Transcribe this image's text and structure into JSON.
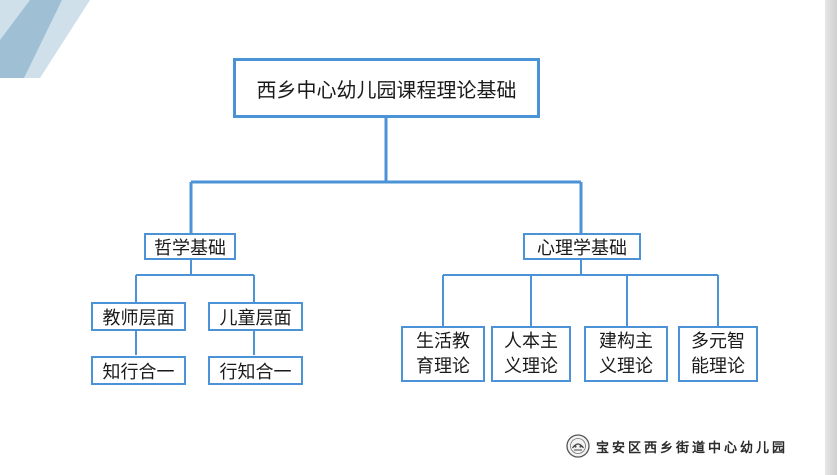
{
  "diagram": {
    "root": "西乡中心幼儿园课程理论基础",
    "branches": [
      {
        "label": "哲学基础",
        "children": [
          {
            "label": "教师层面",
            "leaf": "知行合一"
          },
          {
            "label": "儿童层面",
            "leaf": "行知合一"
          }
        ]
      },
      {
        "label": "心理学基础",
        "children": [
          {
            "label": "生活教育理论"
          },
          {
            "label": "人本主义理论"
          },
          {
            "label": "建构主义理论"
          },
          {
            "label": "多元智能理论"
          }
        ]
      }
    ]
  },
  "footer": {
    "org_name": "宝安区西乡街道中心幼儿园",
    "logo_icon": "kindergarten-seal-icon"
  },
  "colors": {
    "line": "#4b93d6",
    "decor_dark": "#9fbfd4",
    "decor_light": "#cfe0eb"
  }
}
